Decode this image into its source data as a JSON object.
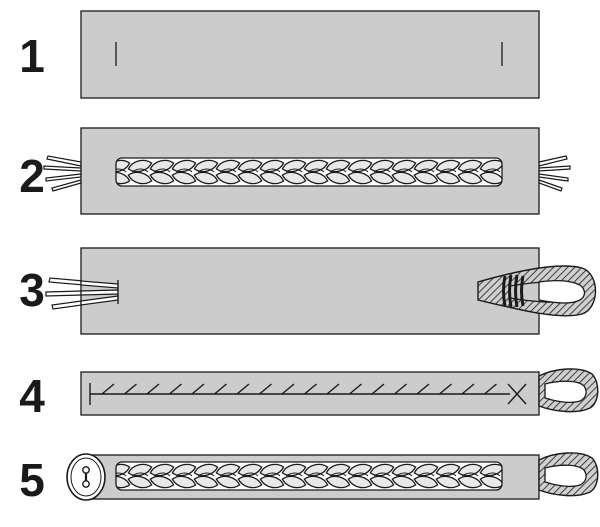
{
  "steps": [
    {
      "number": "1"
    },
    {
      "number": "2"
    },
    {
      "number": "3"
    },
    {
      "number": "4"
    },
    {
      "number": "5"
    }
  ],
  "colors": {
    "strip_fill": "#cccccc",
    "outline": "#1a1a1a",
    "braid_fill": "#e8e8e8",
    "background": "#ffffff"
  },
  "icons": [
    "braid",
    "thread-ends",
    "cord-loop",
    "cross-stitch",
    "button"
  ]
}
